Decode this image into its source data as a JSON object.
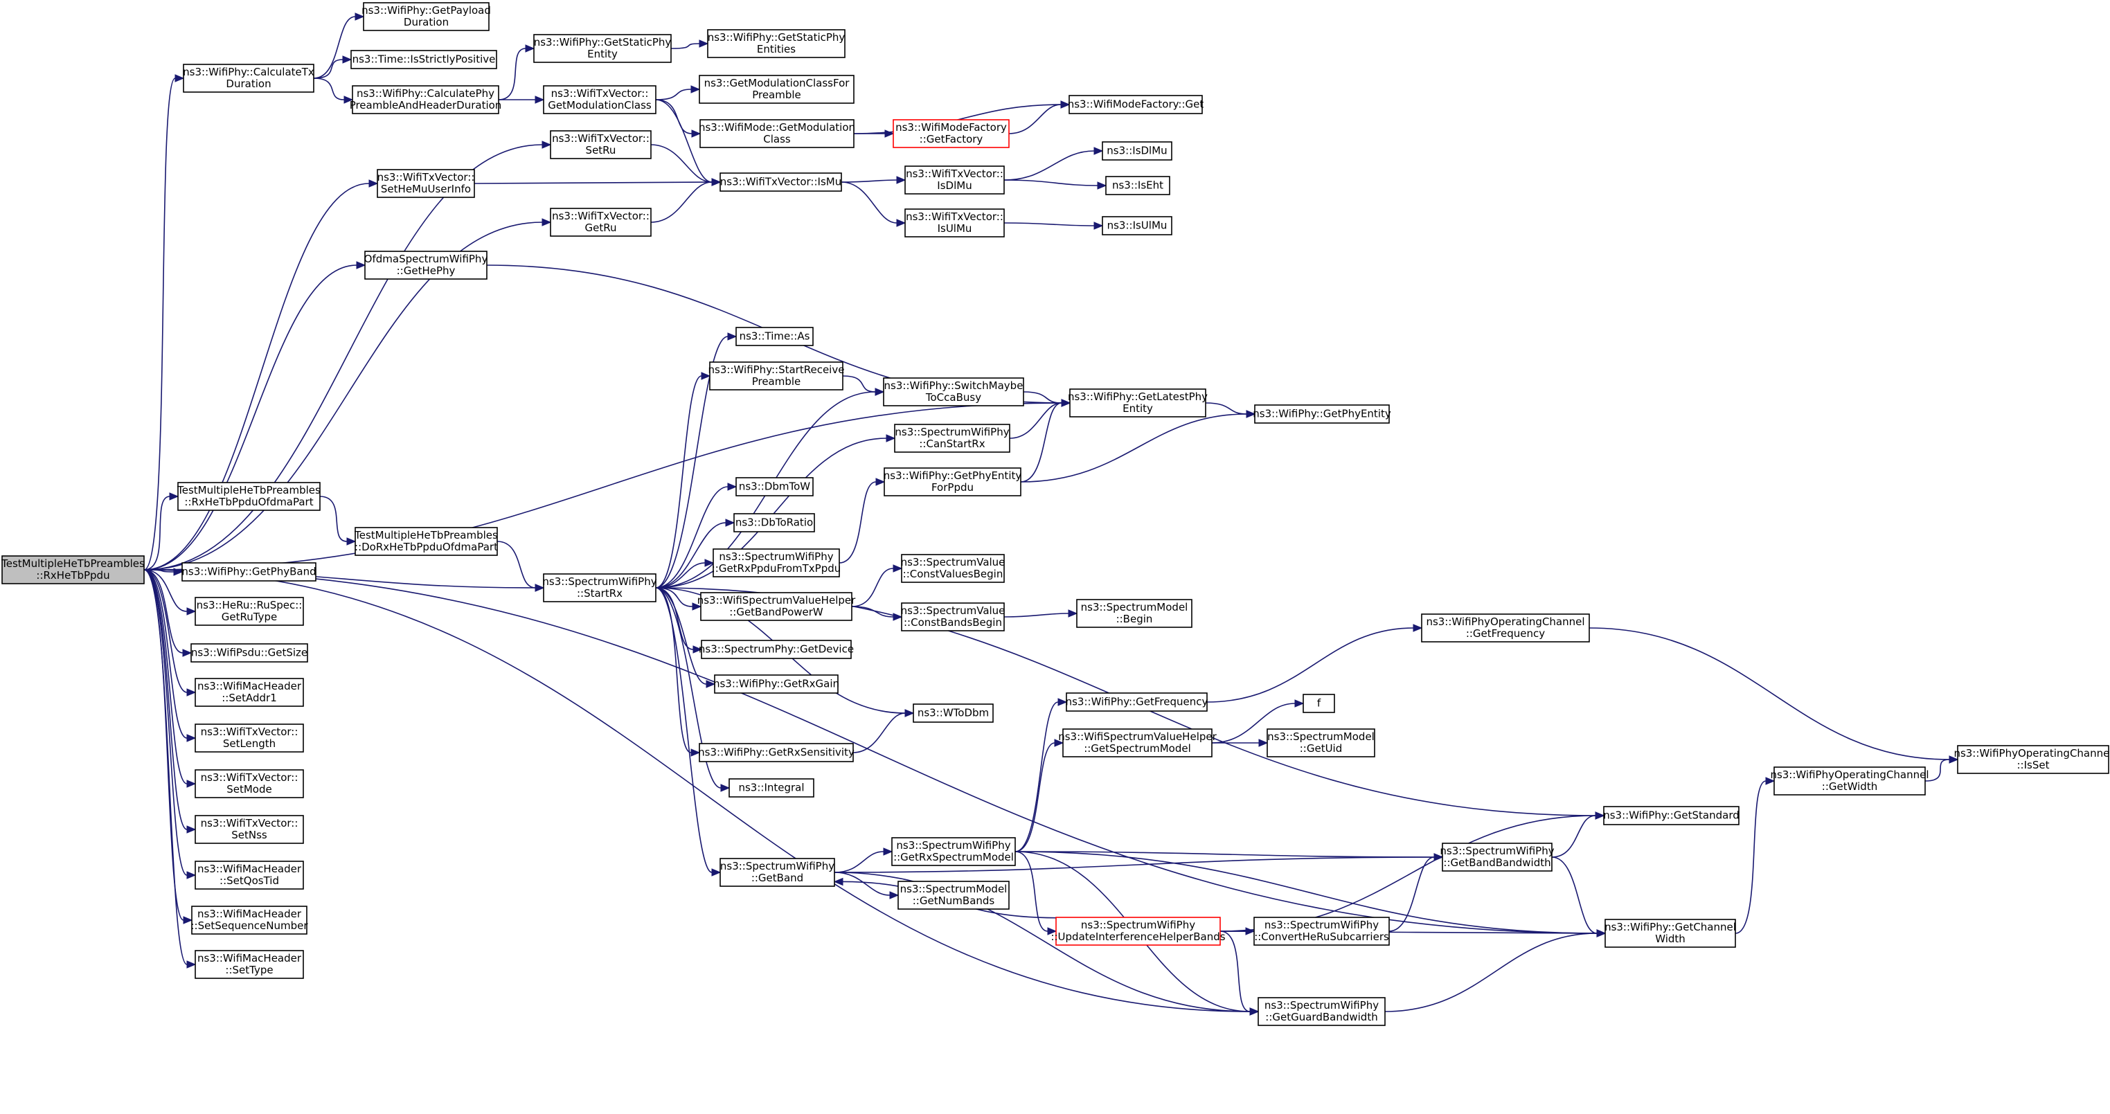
{
  "nodes": [
    {
      "id": "root",
      "lines": [
        "TestMultipleHeTbPreambles",
        "::RxHeTbPpdu"
      ],
      "root": true
    },
    {
      "id": "calcTxDur",
      "lines": [
        "ns3::WifiPhy::CalculateTx",
        "Duration"
      ]
    },
    {
      "id": "getPayloadDur",
      "lines": [
        "ns3::WifiPhy::GetPayload",
        "Duration"
      ]
    },
    {
      "id": "isStrictlyPos",
      "lines": [
        "ns3::Time::IsStrictlyPositive"
      ]
    },
    {
      "id": "calcPreamble",
      "lines": [
        "ns3::WifiPhy::CalculatePhy",
        "PreambleAndHeaderDuration"
      ]
    },
    {
      "id": "getStaticPhyEntity",
      "lines": [
        "ns3::WifiPhy::GetStaticPhy",
        "Entity"
      ]
    },
    {
      "id": "getStaticPhyEntities",
      "lines": [
        "ns3::WifiPhy::GetStaticPhy",
        "Entities"
      ]
    },
    {
      "id": "getModClassTx",
      "lines": [
        "ns3::WifiTxVector::",
        "GetModulationClass"
      ]
    },
    {
      "id": "getModClassForPre",
      "lines": [
        "ns3::GetModulationClassFor",
        "Preamble"
      ]
    },
    {
      "id": "modeGetModClass",
      "lines": [
        "ns3::WifiMode::GetModulation",
        "Class"
      ]
    },
    {
      "id": "modeFactoryGetFactory",
      "lines": [
        "ns3::WifiModeFactory",
        "::GetFactory"
      ],
      "red": true
    },
    {
      "id": "modeFactoryGet",
      "lines": [
        "ns3::WifiModeFactory::Get"
      ]
    },
    {
      "id": "setRu",
      "lines": [
        "ns3::WifiTxVector::",
        "SetRu"
      ]
    },
    {
      "id": "setHeMu",
      "lines": [
        "ns3::WifiTxVector::",
        "SetHeMuUserInfo"
      ]
    },
    {
      "id": "isMu",
      "lines": [
        "ns3::WifiTxVector::IsMu"
      ]
    },
    {
      "id": "isDlMuTx",
      "lines": [
        "ns3::WifiTxVector::",
        "IsDlMu"
      ]
    },
    {
      "id": "isDlMu",
      "lines": [
        "ns3::IsDlMu"
      ]
    },
    {
      "id": "isEht",
      "lines": [
        "ns3::IsEht"
      ]
    },
    {
      "id": "getRu",
      "lines": [
        "ns3::WifiTxVector::",
        "GetRu"
      ]
    },
    {
      "id": "isUlMuTx",
      "lines": [
        "ns3::WifiTxVector::",
        "IsUlMu"
      ]
    },
    {
      "id": "isUlMu",
      "lines": [
        "ns3::IsUlMu"
      ]
    },
    {
      "id": "ofdmaGetHePhy",
      "lines": [
        "OfdmaSpectrumWifiPhy",
        "::GetHePhy"
      ]
    },
    {
      "id": "timeAs",
      "lines": [
        "ns3::Time::As"
      ]
    },
    {
      "id": "startRecvPreamble",
      "lines": [
        "ns3::WifiPhy::StartReceive",
        "Preamble"
      ]
    },
    {
      "id": "switchMaybeCca",
      "lines": [
        "ns3::WifiPhy::SwitchMaybe",
        "ToCcaBusy"
      ]
    },
    {
      "id": "getLatestPhyEntity",
      "lines": [
        "ns3::WifiPhy::GetLatestPhy",
        "Entity"
      ]
    },
    {
      "id": "getPhyEntity",
      "lines": [
        "ns3::WifiPhy::GetPhyEntity"
      ]
    },
    {
      "id": "canStartRx",
      "lines": [
        "ns3::SpectrumWifiPhy",
        "::CanStartRx"
      ]
    },
    {
      "id": "getPhyEntityForPpdu",
      "lines": [
        "ns3::WifiPhy::GetPhyEntity",
        "ForPpdu"
      ]
    },
    {
      "id": "dbmToW",
      "lines": [
        "ns3::DbmToW"
      ]
    },
    {
      "id": "dbToRatio",
      "lines": [
        "ns3::DbToRatio"
      ]
    },
    {
      "id": "getRxPpdu",
      "lines": [
        "ns3::SpectrumWifiPhy",
        "::GetRxPpduFromTxPpdu"
      ]
    },
    {
      "id": "rxHeTbOfdma",
      "lines": [
        "TestMultipleHeTbPreambles",
        "::RxHeTbPpduOfdmaPart"
      ]
    },
    {
      "id": "doRxHeTbOfdma",
      "lines": [
        "TestMultipleHeTbPreambles",
        "::DoRxHeTbPpduOfdmaPart"
      ]
    },
    {
      "id": "startRx",
      "lines": [
        "ns3::SpectrumWifiPhy",
        "::StartRx"
      ]
    },
    {
      "id": "getPhyBand",
      "lines": [
        "ns3::WifiPhy::GetPhyBand"
      ]
    },
    {
      "id": "getRuType",
      "lines": [
        "ns3::HeRu::RuSpec::",
        "GetRuType"
      ]
    },
    {
      "id": "psduGetSize",
      "lines": [
        "ns3::WifiPsdu::GetSize"
      ]
    },
    {
      "id": "setAddr1",
      "lines": [
        "ns3::WifiMacHeader",
        "::SetAddr1"
      ]
    },
    {
      "id": "setLength",
      "lines": [
        "ns3::WifiTxVector::",
        "SetLength"
      ]
    },
    {
      "id": "setMode",
      "lines": [
        "ns3::WifiTxVector::",
        "SetMode"
      ]
    },
    {
      "id": "setNss",
      "lines": [
        "ns3::WifiTxVector::",
        "SetNss"
      ]
    },
    {
      "id": "setQosTid",
      "lines": [
        "ns3::WifiMacHeader",
        "::SetQosTid"
      ]
    },
    {
      "id": "setSeqNum",
      "lines": [
        "ns3::WifiMacHeader",
        "::SetSequenceNumber"
      ]
    },
    {
      "id": "setType",
      "lines": [
        "ns3::WifiMacHeader",
        "::SetType"
      ]
    },
    {
      "id": "getBandPowerW",
      "lines": [
        "ns3::WifiSpectrumValueHelper",
        "::GetBandPowerW"
      ]
    },
    {
      "id": "constValuesBegin",
      "lines": [
        "ns3::SpectrumValue",
        "::ConstValuesBegin"
      ]
    },
    {
      "id": "constBandsBegin",
      "lines": [
        "ns3::SpectrumValue",
        "::ConstBandsBegin"
      ]
    },
    {
      "id": "specModelBegin",
      "lines": [
        "ns3::SpectrumModel",
        "::Begin"
      ]
    },
    {
      "id": "getDevice",
      "lines": [
        "ns3::SpectrumPhy::GetDevice"
      ]
    },
    {
      "id": "getRxGain",
      "lines": [
        "ns3::WifiPhy::GetRxGain"
      ]
    },
    {
      "id": "wToDbm",
      "lines": [
        "ns3::WToDbm"
      ]
    },
    {
      "id": "getRxSens",
      "lines": [
        "ns3::WifiPhy::GetRxSensitivity"
      ]
    },
    {
      "id": "integral",
      "lines": [
        "ns3::Integral"
      ]
    },
    {
      "id": "opChGetFreq",
      "lines": [
        "ns3::WifiPhyOperatingChannel",
        "::GetFrequency"
      ]
    },
    {
      "id": "getFrequency",
      "lines": [
        "ns3::WifiPhy::GetFrequency"
      ]
    },
    {
      "id": "f",
      "lines": [
        "f"
      ]
    },
    {
      "id": "getSpecModel",
      "lines": [
        "ns3::WifiSpectrumValueHelper",
        "::GetSpectrumModel"
      ]
    },
    {
      "id": "getUid",
      "lines": [
        "ns3::SpectrumModel",
        "::GetUid"
      ]
    },
    {
      "id": "opChGetWidth",
      "lines": [
        "ns3::WifiPhyOperatingChannel",
        "::GetWidth"
      ]
    },
    {
      "id": "opChIsSet",
      "lines": [
        "ns3::WifiPhyOperatingChannel",
        "::IsSet"
      ]
    },
    {
      "id": "getStandard",
      "lines": [
        "ns3::WifiPhy::GetStandard"
      ]
    },
    {
      "id": "getBand",
      "lines": [
        "ns3::SpectrumWifiPhy",
        "::GetBand"
      ]
    },
    {
      "id": "getRxSpecModel",
      "lines": [
        "ns3::SpectrumWifiPhy",
        "::GetRxSpectrumModel"
      ]
    },
    {
      "id": "getBandBw",
      "lines": [
        "ns3::SpectrumWifiPhy",
        "::GetBandBandwidth"
      ]
    },
    {
      "id": "getNumBands",
      "lines": [
        "ns3::SpectrumModel",
        "::GetNumBands"
      ]
    },
    {
      "id": "updIntfHelper",
      "lines": [
        "ns3::SpectrumWifiPhy",
        "::UpdateInterferenceHelperBands"
      ],
      "red": true
    },
    {
      "id": "convHeRu",
      "lines": [
        "ns3::SpectrumWifiPhy",
        "::ConvertHeRuSubcarriers"
      ]
    },
    {
      "id": "getChWidth",
      "lines": [
        "ns3::WifiPhy::GetChannel",
        "Width"
      ]
    },
    {
      "id": "getGuardBw",
      "lines": [
        "ns3::SpectrumWifiPhy",
        "::GetGuardBandwidth"
      ]
    }
  ],
  "edges": [
    [
      "root",
      "calcTxDur"
    ],
    [
      "root",
      "setRu"
    ],
    [
      "root",
      "setHeMu"
    ],
    [
      "root",
      "getRu"
    ],
    [
      "root",
      "ofdmaGetHePhy"
    ],
    [
      "root",
      "getLatestPhyEntity"
    ],
    [
      "root",
      "rxHeTbOfdma"
    ],
    [
      "root",
      "startRx"
    ],
    [
      "root",
      "getPhyBand"
    ],
    [
      "root",
      "getRuType"
    ],
    [
      "root",
      "psduGetSize"
    ],
    [
      "root",
      "setAddr1"
    ],
    [
      "root",
      "setLength"
    ],
    [
      "root",
      "setMode"
    ],
    [
      "root",
      "setNss"
    ],
    [
      "root",
      "setQosTid"
    ],
    [
      "root",
      "setSeqNum"
    ],
    [
      "root",
      "setType"
    ],
    [
      "root",
      "getGuardBw"
    ],
    [
      "root",
      "getChWidth"
    ],
    [
      "calcTxDur",
      "getPayloadDur"
    ],
    [
      "calcTxDur",
      "isStrictlyPos"
    ],
    [
      "calcTxDur",
      "calcPreamble"
    ],
    [
      "calcPreamble",
      "getStaticPhyEntity"
    ],
    [
      "calcPreamble",
      "getModClassTx"
    ],
    [
      "getStaticPhyEntity",
      "getStaticPhyEntities"
    ],
    [
      "getModClassTx",
      "getModClassForPre"
    ],
    [
      "getModClassTx",
      "modeGetModClass"
    ],
    [
      "getModClassTx",
      "isMu"
    ],
    [
      "modeGetModClass",
      "modeFactoryGetFactory"
    ],
    [
      "modeGetModClass",
      "modeFactoryGet"
    ],
    [
      "modeFactoryGetFactory",
      "modeFactoryGet"
    ],
    [
      "setRu",
      "isMu"
    ],
    [
      "setHeMu",
      "isMu"
    ],
    [
      "getRu",
      "isMu"
    ],
    [
      "isMu",
      "isDlMuTx"
    ],
    [
      "isMu",
      "isUlMuTx"
    ],
    [
      "isDlMuTx",
      "isDlMu"
    ],
    [
      "isDlMuTx",
      "isEht"
    ],
    [
      "isUlMuTx",
      "isUlMu"
    ],
    [
      "ofdmaGetHePhy",
      "getLatestPhyEntity"
    ],
    [
      "rxHeTbOfdma",
      "doRxHeTbOfdma"
    ],
    [
      "doRxHeTbOfdma",
      "startRx"
    ],
    [
      "startRx",
      "timeAs"
    ],
    [
      "startRx",
      "startRecvPreamble"
    ],
    [
      "startRx",
      "switchMaybeCca"
    ],
    [
      "startRx",
      "canStartRx"
    ],
    [
      "startRx",
      "dbmToW"
    ],
    [
      "startRx",
      "dbToRatio"
    ],
    [
      "startRx",
      "getRxPpdu"
    ],
    [
      "startRx",
      "getBandPowerW"
    ],
    [
      "startRx",
      "getDevice"
    ],
    [
      "startRx",
      "getRxGain"
    ],
    [
      "startRx",
      "wToDbm"
    ],
    [
      "startRx",
      "getRxSens"
    ],
    [
      "startRx",
      "integral"
    ],
    [
      "startRx",
      "getStandard"
    ],
    [
      "startRx",
      "getBand"
    ],
    [
      "startRecvPreamble",
      "switchMaybeCca"
    ],
    [
      "switchMaybeCca",
      "getLatestPhyEntity"
    ],
    [
      "getLatestPhyEntity",
      "getPhyEntity"
    ],
    [
      "canStartRx",
      "getLatestPhyEntity"
    ],
    [
      "getPhyEntityForPpdu",
      "getLatestPhyEntity"
    ],
    [
      "getPhyEntityForPpdu",
      "getPhyEntity"
    ],
    [
      "getRxPpdu",
      "getPhyEntityForPpdu"
    ],
    [
      "getBandPowerW",
      "constValuesBegin"
    ],
    [
      "getBandPowerW",
      "constBandsBegin"
    ],
    [
      "constBandsBegin",
      "specModelBegin"
    ],
    [
      "getRxSens",
      "wToDbm"
    ],
    [
      "getFrequency",
      "opChGetFreq"
    ],
    [
      "opChGetFreq",
      "opChIsSet"
    ],
    [
      "getSpecModel",
      "f"
    ],
    [
      "getSpecModel",
      "getUid"
    ],
    [
      "opChGetWidth",
      "opChIsSet"
    ],
    [
      "getBand",
      "getRxSpecModel"
    ],
    [
      "getBand",
      "getNumBands"
    ],
    [
      "getBand",
      "getBandBw"
    ],
    [
      "getBand",
      "getGuardBw"
    ],
    [
      "getRxSpecModel",
      "getFrequency"
    ],
    [
      "getRxSpecModel",
      "getSpecModel"
    ],
    [
      "getRxSpecModel",
      "getBandBw"
    ],
    [
      "getRxSpecModel",
      "updIntfHelper"
    ],
    [
      "getRxSpecModel",
      "getChWidth"
    ],
    [
      "getRxSpecModel",
      "getGuardBw"
    ],
    [
      "updIntfHelper",
      "getBand"
    ],
    [
      "updIntfHelper",
      "convHeRu"
    ],
    [
      "updIntfHelper",
      "getStandard"
    ],
    [
      "updIntfHelper",
      "getChWidth"
    ],
    [
      "updIntfHelper",
      "getGuardBw"
    ],
    [
      "convHeRu",
      "getBandBw"
    ],
    [
      "getBandBw",
      "getStandard"
    ],
    [
      "getBandBw",
      "getChWidth"
    ],
    [
      "getChWidth",
      "opChGetWidth"
    ],
    [
      "getGuardBw",
      "getChWidth"
    ]
  ]
}
